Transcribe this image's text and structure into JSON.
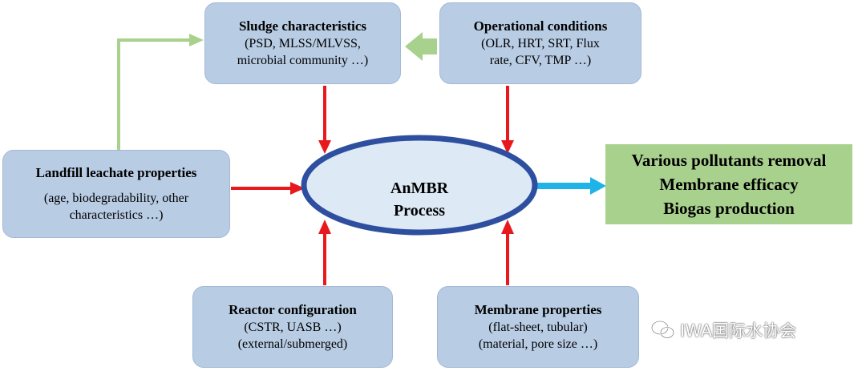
{
  "sludge": {
    "title": "Sludge characteristics",
    "lines": [
      "(PSD, MLSS/MLVSS,",
      "microbial community …)"
    ]
  },
  "operational": {
    "title": "Operational conditions",
    "lines": [
      "(OLR, HRT, SRT, Flux",
      "rate, CFV, TMP …)"
    ]
  },
  "landfill": {
    "title": "Landfill leachate properties",
    "lines": [
      "(age, biodegradability, other",
      "characteristics …)"
    ]
  },
  "reactor": {
    "title": "Reactor configuration",
    "lines": [
      "(CSTR, UASB …)",
      "(external/submerged)"
    ]
  },
  "membrane": {
    "title": "Membrane properties",
    "lines": [
      "(flat-sheet, tubular)",
      "(material, pore size …)"
    ]
  },
  "process": {
    "lines": [
      "AnMBR",
      "Process"
    ]
  },
  "outcome": {
    "lines": [
      "Various pollutants removal",
      "Membrane efficacy",
      "Biogas production"
    ]
  },
  "watermark": {
    "text": "IWA国际水协会",
    "icon": "wechat-icon"
  },
  "colors": {
    "box_fill": "#b8cce4",
    "outcome_fill": "#a9d18e",
    "ellipse_fill": "#dde9f5",
    "ellipse_stroke": "#2e4fa0",
    "red_arrow": "#e8191c",
    "green_arrow": "#a9d18e",
    "blue_arrow": "#1fb3e8"
  }
}
